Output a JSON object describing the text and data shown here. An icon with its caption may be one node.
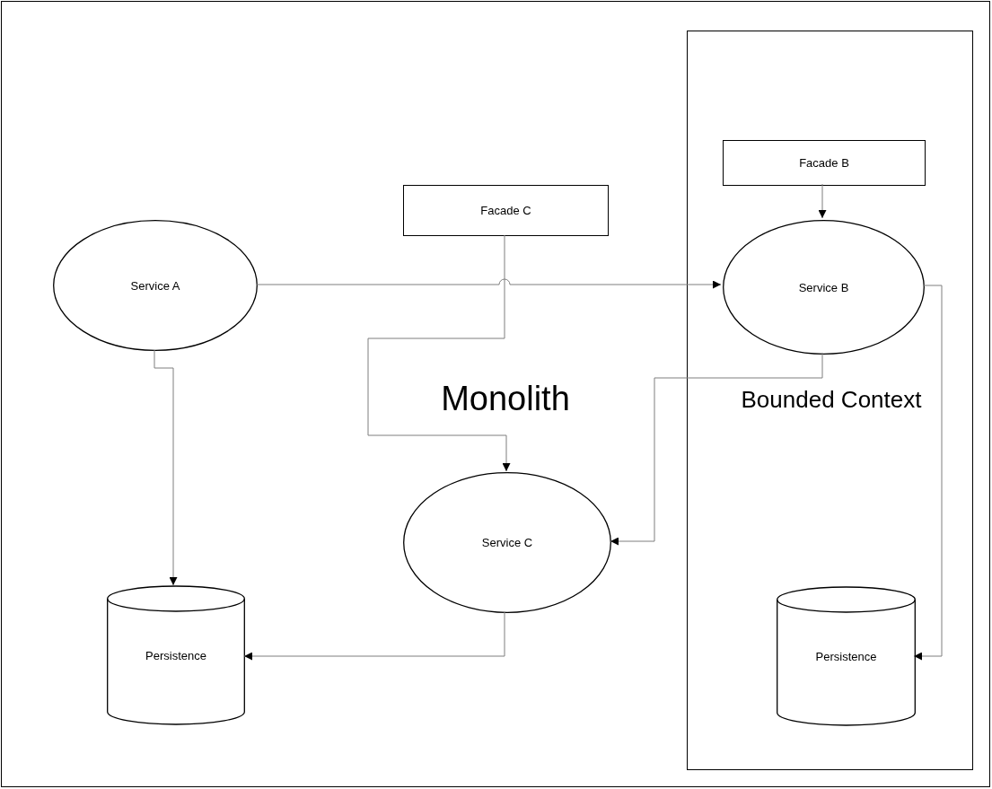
{
  "diagram": {
    "nodes": [
      {
        "text": [
          "Monolith"
        ]
      },
      {
        "text": [
          "Service A"
        ],
        "in": 0
      },
      {
        "text": [
          "Facade C"
        ],
        "in": 0
      },
      {
        "text": [
          "Service C"
        ],
        "in": 0
      },
      {
        "text": [
          "Persistence"
        ],
        "in": 0
      },
      {
        "text": [
          "Bounded Context"
        ],
        "in": 0
      },
      {
        "text": [
          "Facade B"
        ],
        "in": 5
      },
      {
        "text": [
          "Service B"
        ],
        "in": 5
      },
      {
        "text": [
          "Persistence"
        ],
        "in": 5
      }
    ],
    "edges": [
      {
        "from": 1,
        "to": 7,
        "arrow": "to"
      },
      {
        "from": 1,
        "to": 4,
        "arrow": "to"
      },
      {
        "from": 2,
        "to": 3,
        "arrow": "to"
      },
      {
        "from": 7,
        "to": 3,
        "arrow": "to"
      },
      {
        "from": 7,
        "to": 8,
        "arrow": "to"
      },
      {
        "from": 3,
        "to": 4,
        "arrow": "to"
      },
      {
        "from": 6,
        "to": 7,
        "arrow": "to"
      }
    ]
  }
}
